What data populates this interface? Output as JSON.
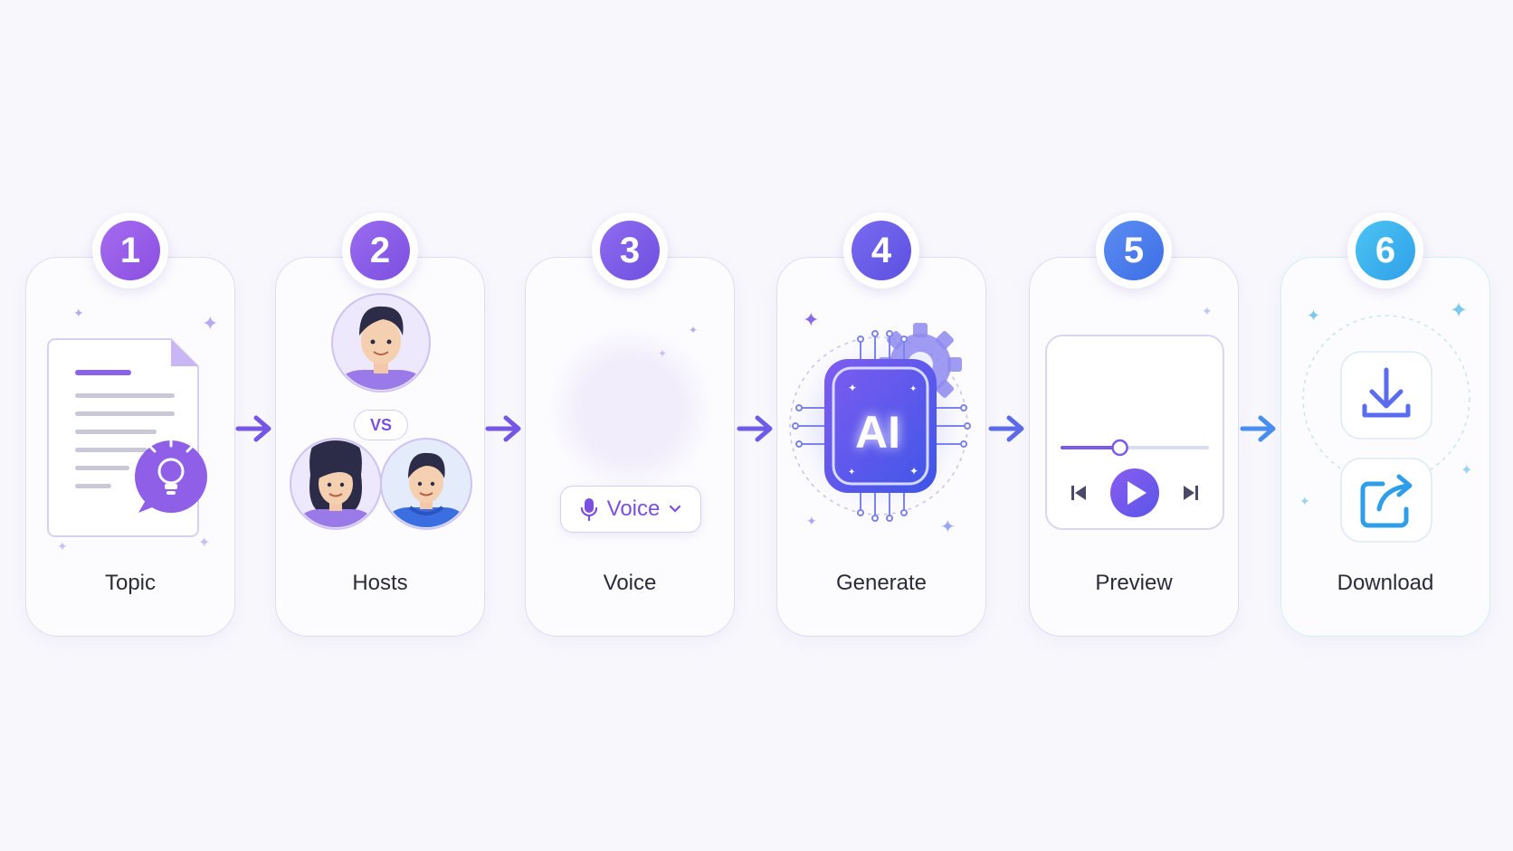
{
  "steps": [
    {
      "number": "1",
      "label": "Topic",
      "color": "#9b5de5"
    },
    {
      "number": "2",
      "label": "Hosts",
      "color": "#8a5cf0"
    },
    {
      "number": "3",
      "label": "Voice",
      "color": "#7a5cf0"
    },
    {
      "number": "4",
      "label": "Generate",
      "color": "#6366f1"
    },
    {
      "number": "5",
      "label": "Preview",
      "color": "#4f7cf0"
    },
    {
      "number": "6",
      "label": "Download",
      "color": "#38b6f0"
    }
  ],
  "hosts": {
    "vs_label": "VS"
  },
  "voice": {
    "selector_label": "Voice",
    "icon": "microphone-icon"
  },
  "generate": {
    "chip_label": "AI"
  },
  "preview": {
    "progress": 0.4
  },
  "colors": {
    "accent": "#7b4fe0",
    "arrow": "#6f5de8",
    "arrow_end": "#4a8ef0"
  }
}
